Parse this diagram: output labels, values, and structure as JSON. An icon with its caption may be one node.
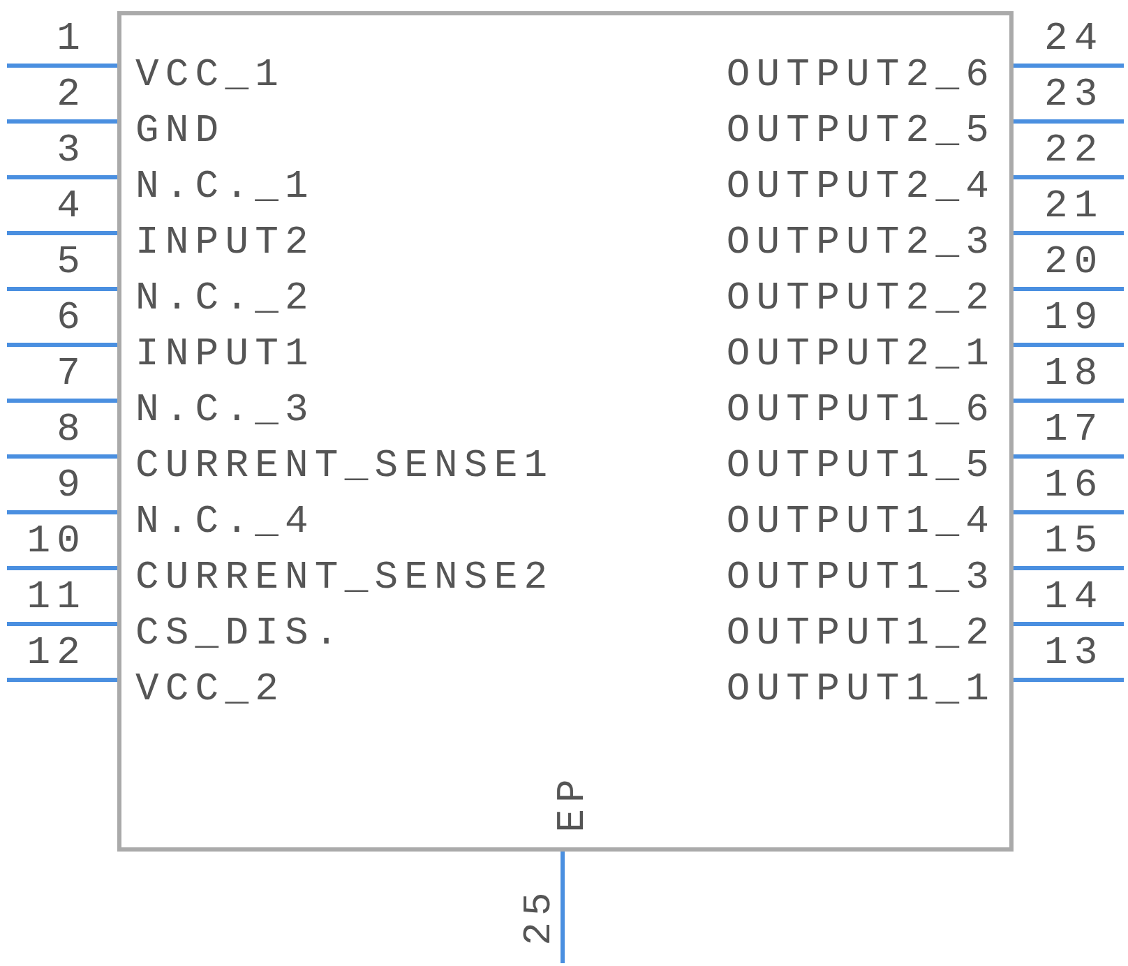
{
  "diagram": {
    "nodes": [
      {
        "text": [
          "VCC_1",
          "GND",
          "N.C._1",
          "INPUT2",
          "N.C._2",
          "INPUT1",
          "N.C._3",
          "CURRENT_SENSE1",
          "N.C._4",
          "CURRENT_SENSE2",
          "CS_DIS.",
          "VCC_2",
          "OUTPUT1_1",
          "OUTPUT1_2",
          "OUTPUT1_3",
          "OUTPUT1_4",
          "OUTPUT1_5",
          "OUTPUT1_6",
          "OUTPUT2_1",
          "OUTPUT2_2",
          "OUTPUT2_3",
          "OUTPUT2_4",
          "OUTPUT2_5",
          "OUTPUT2_6",
          "EP"
        ]
      }
    ],
    "labels": [
      "1",
      "2",
      "3",
      "4",
      "5",
      "6",
      "7",
      "8",
      "9",
      "10",
      "11",
      "12",
      "13",
      "14",
      "15",
      "16",
      "17",
      "18",
      "19",
      "20",
      "21",
      "22",
      "23",
      "24",
      "25"
    ]
  }
}
